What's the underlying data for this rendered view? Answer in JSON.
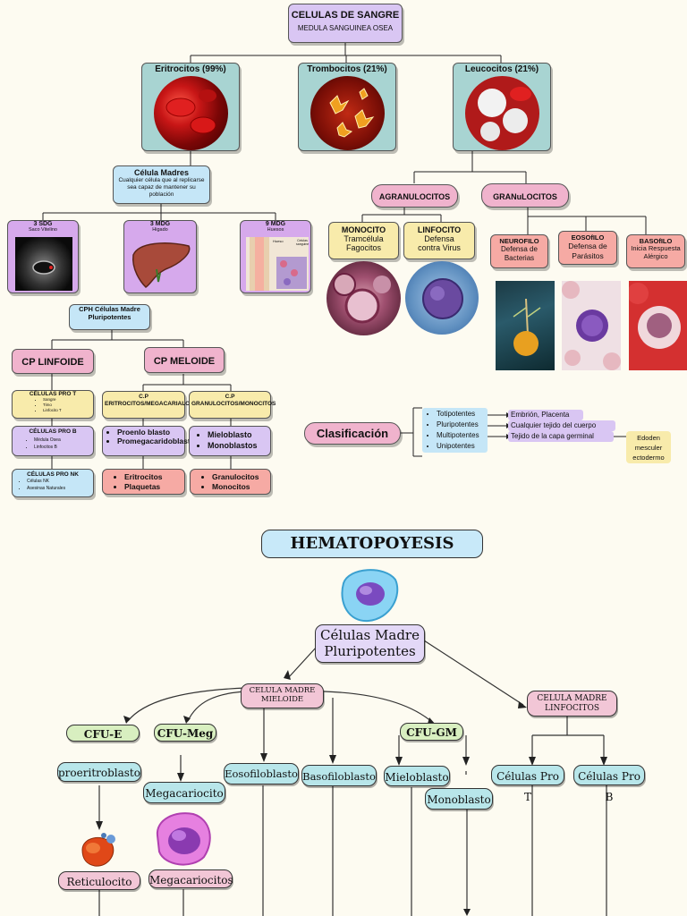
{
  "top": {
    "root": {
      "title": "CELULAS DE SANGRE",
      "subtitle": "MEDULA SANGUINEA OSEA"
    },
    "eritro": "Eritrocitos (99%)",
    "trombo": "Trombocitos (21%)",
    "leuco": "Leucocitos (21%)",
    "celula_madres": {
      "title": "Célula Madres",
      "desc": "Cualquier célula que al replicarse sea capaz de mantener su población"
    },
    "sdg3": {
      "title": "3 SDG",
      "sub": "Saco Vitelino"
    },
    "mdg3": {
      "title": "3 MDG",
      "sub": "Higado"
    },
    "mdg9": {
      "title": "9 MDG",
      "sub": "Huesos",
      "img_label1": "Hueso",
      "img_label2": "Celulas sanguineas"
    },
    "cph": "CPH Células Madre Pluripotentes",
    "cp_linfoide": "CP LINFOIDE",
    "cp_meloide": "CP MELOIDE",
    "pro_t": {
      "title": "CÉLULAS PRO T",
      "items": [
        "Sangre",
        "Timo",
        "Linfocito T"
      ]
    },
    "pro_b": {
      "title": "CÉLULAS PRO B",
      "items": [
        "Médula Osea",
        "Linfocitos B"
      ]
    },
    "pro_nk": {
      "title": "CÉLULAS PRO NK",
      "items": [
        "Células NK",
        "Asesinas Naturales"
      ]
    },
    "cp_eri": "C.P ERITROCITOS/MEGACARIALOS",
    "cp_gran": "C.P GRANULOCITOS/MONOCITOS",
    "proenlo": [
      "Proenlo blasto",
      "Promegacaridoblasto"
    ],
    "mielo": [
      "Mieloblasto",
      "Monoblastos"
    ],
    "eritro_list": [
      "Eritrocitos",
      "Plaquetas"
    ],
    "gran_list": [
      "Granulocitos",
      "Monocitos"
    ],
    "agranulocitos": "AGRANULOCITOS",
    "granulocitos": "GRANuLOCITOS",
    "monocito": {
      "title": "MONOCITO",
      "desc": "Tramcélula Fagocitos"
    },
    "linfocito": {
      "title": "LINFOCITO",
      "desc": "Defensa contra Virus"
    },
    "neurofilo": {
      "title": "NEUROFILO",
      "desc": "Defensa de Bacterias"
    },
    "eosofilo": {
      "title": "EOSOfILO",
      "desc": "Defensa de Parásitos"
    },
    "basofilo": {
      "title": "BASOfILO",
      "desc": "Inicia Respuesta Alérgico"
    },
    "clasificacion": "Clasificación",
    "clas_items": [
      "Totipotentes",
      "Pluripotentes",
      "Multipotentes",
      "Unipotentes"
    ],
    "clas_desc": [
      "Embrión, Placenta",
      "Cualquier tejido del cuerpo",
      "Tejido de la capa germinal"
    ],
    "capas": "Edoden mesculer ectodermo"
  },
  "bottom": {
    "title": "HEMATOPOYESIS",
    "madre": "Células Madre Pluripotentes",
    "mieloide": "CELULA MADRE MIELOIDE",
    "linfocitos": "CELULA MADRE LINFOCITOS",
    "cfu_e": "CFU-E",
    "cfu_meg": "CFU-Meg",
    "cfu_gm": "CFU-GM",
    "proeritroblasto": "proeritroblasto",
    "megacariocito": "Megacariocito",
    "eosofiloblasto": "Eosofiloblasto",
    "basofiloblasto": "Basofiloblasto",
    "mieloblasto": "Mieloblasto",
    "monoblasto": "Monoblasto",
    "pro_t": "Células Pro T",
    "pro_b": "Células Pro B",
    "reticulocito": "Reticulocito",
    "megacariocitos": "Megacariocitos"
  },
  "colors": {
    "lavender": "#d9c6f3",
    "teal": "#a8d4d2",
    "blue": "#c5e6f7",
    "yellow": "#f8ebab",
    "pink": "#f0b3cd",
    "salmon": "#f6aaa4",
    "green": "#d8efc0"
  }
}
